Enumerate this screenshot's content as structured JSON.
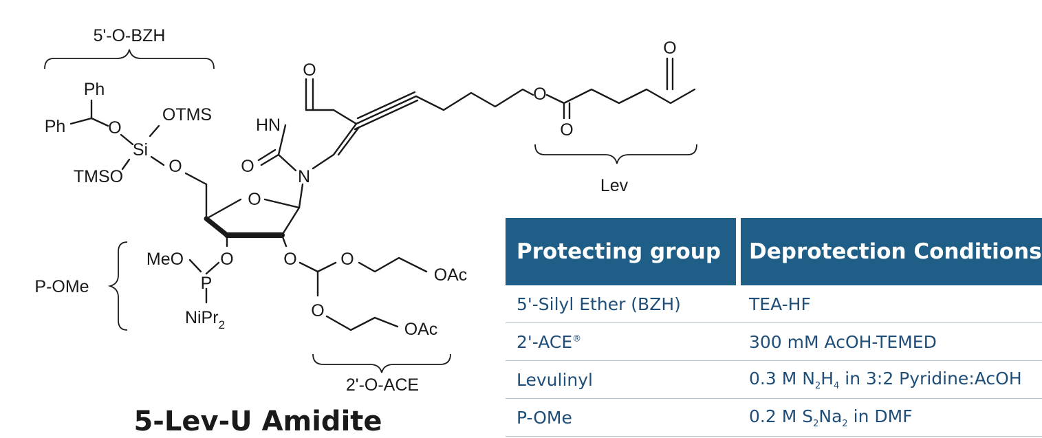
{
  "molecule": {
    "labels": {
      "bzh_group": "5'-O-BZH",
      "lev_group": "Lev",
      "pome_group": "P-OMe",
      "ace_group": "2'-O-ACE",
      "ph_top": "Ph",
      "ph_left": "Ph",
      "otms": "OTMS",
      "tmso": "TMSO",
      "si": "Si",
      "hn": "HN",
      "n": "N",
      "o": "O",
      "meo": "MeO",
      "p": "P",
      "nipr2": "NiPr",
      "sub2": "2",
      "oac": "OAc"
    }
  },
  "title": "5-Lev-U Amidite",
  "table": {
    "headers": [
      "Protecting group",
      "Deprotection Conditions"
    ],
    "rows": [
      {
        "group": "5'-Silyl Ether (BZH)",
        "condition": "TEA-HF"
      },
      {
        "group": "2'-ACE",
        "group_sup": "®",
        "condition": "300 mM AcOH-TEMED"
      },
      {
        "group": "Levulinyl",
        "condition_parts": [
          "0.3 M N",
          "2",
          "H",
          "4",
          " in 3:2 Pyridine:AcOH"
        ]
      },
      {
        "group": "P-OMe",
        "condition_parts": [
          "0.2 M S",
          "2",
          "Na",
          "2",
          " in DMF"
        ]
      }
    ]
  },
  "colors": {
    "header_bg": "#1f5f87",
    "header_text": "#ffffff",
    "row_text": "#1f4e78",
    "divider": "#b8c4cc"
  }
}
